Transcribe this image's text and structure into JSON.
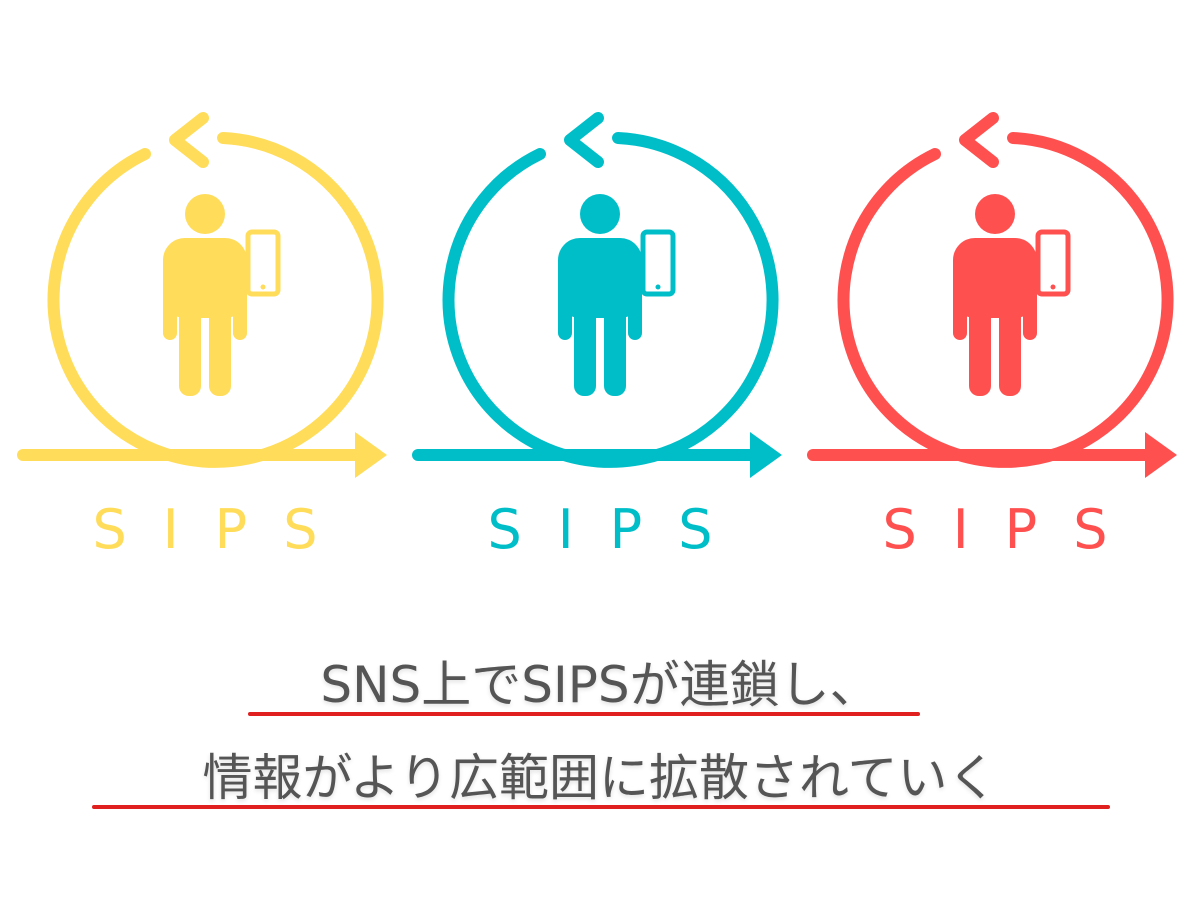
{
  "colors": {
    "yellow": "#ffdc5a",
    "teal": "#00bec8",
    "red": "#ff5050",
    "caption_text": "#555555",
    "underline": "#e01f1f"
  },
  "cycles": [
    {
      "label": "SIPS",
      "color": "#ffdc5a"
    },
    {
      "label": "SIPS",
      "color": "#00bec8"
    },
    {
      "label": "SIPS",
      "color": "#ff5050"
    }
  ],
  "caption": {
    "line1": "SNS上でSIPSが連鎖し、",
    "line2": "情報がより広範囲に拡散されていく"
  }
}
